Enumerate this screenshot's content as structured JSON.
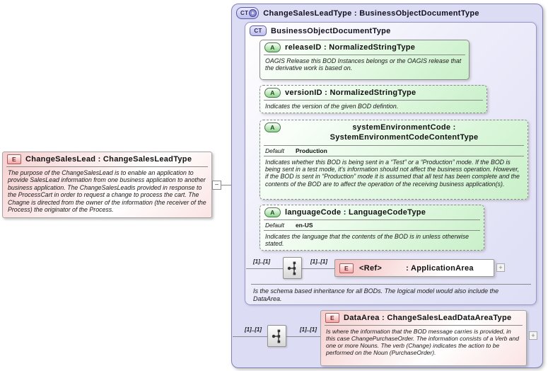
{
  "palette": {
    "container_fill": "#dcdcf4",
    "attribute_fill": "#c9f0c9",
    "element_fill": "#f6caca",
    "line_color": "#8a8a8a"
  },
  "diagram": {
    "element": {
      "icon": "E",
      "title": "ChangeSalesLead : ChangeSalesLeadType",
      "description": "The purpose of the ChangeSalesLead is to enable an application to provide SalesLead information from one business application to another business application. The ChangeSalesLeadis provided in response to the ProcessCart in order to request a change to process the cart. The Chagne is directed from the owner of the information (the receiver of the Process) the originator of the Process.",
      "collapse_glyph": "−"
    },
    "complex_type": {
      "icon": "CT",
      "plus_glyph": "+",
      "title": "ChangeSalesLeadType : BusinessObjectDocumentType",
      "base_type": {
        "icon": "CT",
        "title": "BusinessObjectDocumentType",
        "description": "Is the schema based inheritance for all BODs. The logical model would also include the DataArea.",
        "attributes": [
          {
            "icon": "A",
            "title": "releaseID : NormalizedStringType",
            "description": "OAGIS Release this BOD Instances belongs or the OAGIS release that the derivative work is based on."
          },
          {
            "icon": "A",
            "title": "versionID : NormalizedStringType",
            "description": "Indicates the version of the given BOD defintion."
          },
          {
            "icon": "A",
            "title": "systemEnvironmentCode : SystemEnvironmentCodeContentType",
            "default_label": "Default",
            "default_value": "Production",
            "description": "Indicates whether this BOD is being sent in a “Test” or a “Production” mode. If the BOD is being sent in a test mode, it's information should not affect the business operation. However, if the BOD is sent in “Production” mode it is assumed that all test has been complete and the contents of the BOD are to affect the operation of the receiving business application(s)."
          },
          {
            "icon": "A",
            "title": "languageCode : LanguageCodeType",
            "default_label": "Default",
            "default_value": "en-US",
            "description": "Indicates the language that the contents of the BOD is in unless otherwise stated."
          }
        ],
        "application_area": {
          "cardinality_left": "[1]..[1]",
          "cardinality_right": "[1]..[1]",
          "icon": "E",
          "name": "<Ref>",
          "type": ": ApplicationArea",
          "expand_glyph": "+"
        }
      },
      "data_area": {
        "cardinality_left": "[1]..[1]",
        "cardinality_right": "[1]..[1]",
        "icon": "E",
        "title": "DataArea : ChangeSalesLeadDataAreaType",
        "description": "Is where the information that the BOD message carries is provided, in this case ChangePurchaseOrder. The information consists of a Verb and one or more Nouns. The verb (Change) indicates the action to be performed on the Noun (PurchaseOrder).",
        "expand_glyph": "+"
      }
    }
  }
}
